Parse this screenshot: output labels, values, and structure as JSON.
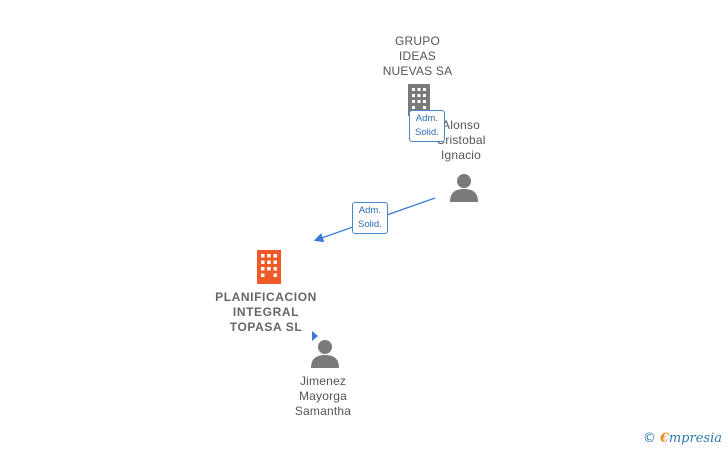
{
  "nodes": {
    "grupo_ideas": {
      "label": "GRUPO\nIDEAS\nNUEVAS SA",
      "icon": "building-icon",
      "color": "#777777"
    },
    "alonso": {
      "label_line1": "Alonso",
      "label_line2": "Cristobal",
      "label_line3": "Ignacio",
      "icon": "person-icon",
      "color": "#777777"
    },
    "planificacion": {
      "label": "PLANIFICACION\nINTEGRAL\nTOPASA  SL",
      "icon": "building-icon",
      "color": "#f05a28"
    },
    "jimenez": {
      "label": "Jimenez\nMayorga\nSamantha",
      "icon": "person-icon",
      "color": "#777777"
    }
  },
  "edges": {
    "badge_top": "Adm.\nSolid.",
    "badge_mid": "Adm.\nSolid.",
    "edge_color": "#3a7bd5"
  },
  "footer": {
    "copyright": "©",
    "brand_e": "€",
    "brand_rest": "mpresia"
  }
}
